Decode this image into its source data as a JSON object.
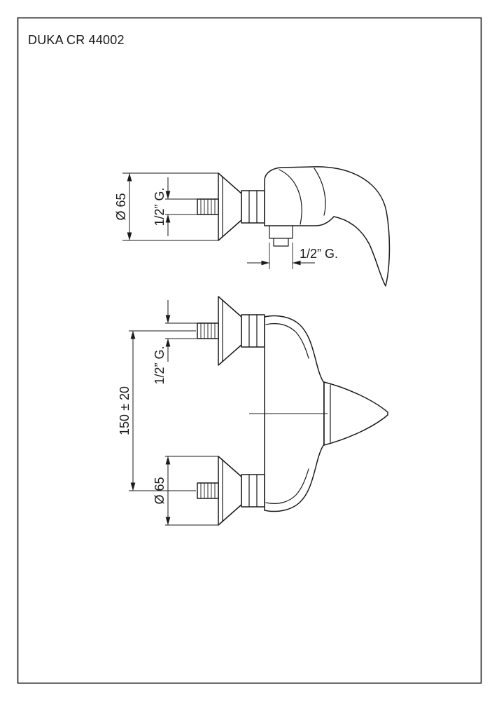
{
  "title": "DUKA CR 44002",
  "colors": {
    "line": "#1a1a1a",
    "background": "#ffffff"
  },
  "side_view": {
    "dim_escutcheon_diameter": "Ø 65",
    "dim_inlet_thread": "1/2” G.",
    "dim_outlet_thread": "1/2” G."
  },
  "front_view": {
    "dim_inlet_thread": "1/2” G.",
    "dim_inlet_spacing": "150 ± 20",
    "dim_escutcheon_diameter": "Ø 65"
  }
}
